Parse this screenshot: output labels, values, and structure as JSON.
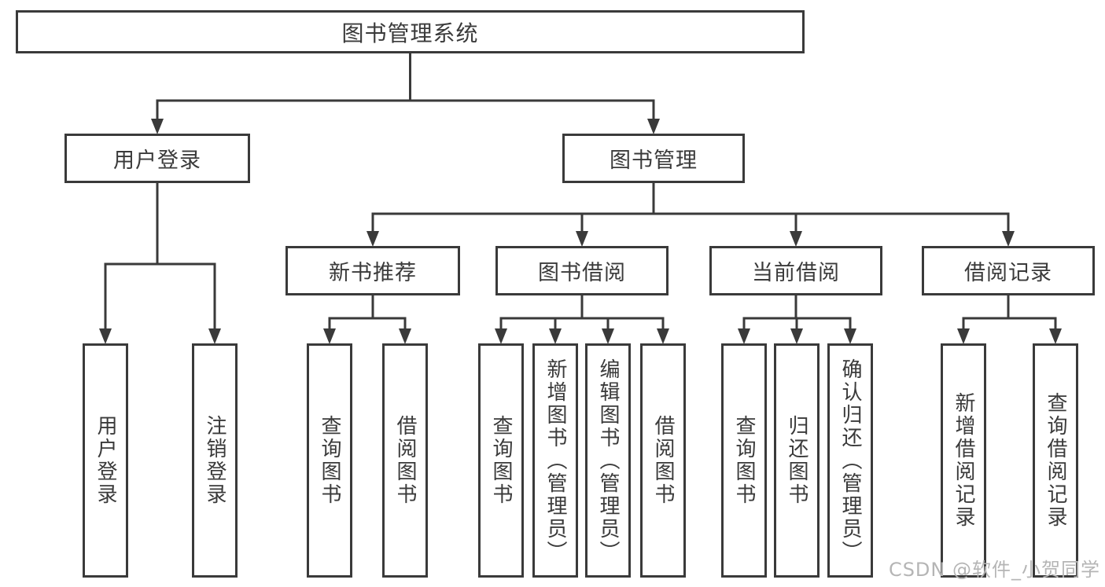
{
  "diagram": {
    "title": "图书管理系统",
    "colors": {
      "line": "#3a3a3a",
      "text": "#3a3a3a",
      "background": "#ffffff",
      "watermark": "#b5b5b5"
    },
    "nodes": [
      {
        "id": "root",
        "label": "图书管理系统",
        "parent": null,
        "orientation": "horizontal"
      },
      {
        "id": "user-login",
        "label": "用户登录",
        "parent": "root",
        "orientation": "horizontal"
      },
      {
        "id": "book-mgmt",
        "label": "图书管理",
        "parent": "root",
        "orientation": "horizontal"
      },
      {
        "id": "new-book-rec",
        "label": "新书推荐",
        "parent": "book-mgmt",
        "orientation": "horizontal"
      },
      {
        "id": "book-borrow",
        "label": "图书借阅",
        "parent": "book-mgmt",
        "orientation": "horizontal"
      },
      {
        "id": "current-borrow",
        "label": "当前借阅",
        "parent": "book-mgmt",
        "orientation": "horizontal"
      },
      {
        "id": "borrow-records",
        "label": "借阅记录",
        "parent": "book-mgmt",
        "orientation": "horizontal"
      },
      {
        "id": "ul-login",
        "label": "用户登录",
        "parent": "user-login",
        "orientation": "vertical"
      },
      {
        "id": "ul-logout",
        "label": "注销登录",
        "parent": "user-login",
        "orientation": "vertical"
      },
      {
        "id": "nbr-query",
        "label": "查询图书",
        "parent": "new-book-rec",
        "orientation": "vertical"
      },
      {
        "id": "nbr-borrow",
        "label": "借阅图书",
        "parent": "new-book-rec",
        "orientation": "vertical"
      },
      {
        "id": "bb-query",
        "label": "查询图书",
        "parent": "book-borrow",
        "orientation": "vertical"
      },
      {
        "id": "bb-add",
        "label": "新增图书（管理员）",
        "parent": "book-borrow",
        "orientation": "vertical"
      },
      {
        "id": "bb-edit",
        "label": "编辑图书（管理员）",
        "parent": "book-borrow",
        "orientation": "vertical"
      },
      {
        "id": "bb-borrow",
        "label": "借阅图书",
        "parent": "book-borrow",
        "orientation": "vertical"
      },
      {
        "id": "cb-query",
        "label": "查询图书",
        "parent": "current-borrow",
        "orientation": "vertical"
      },
      {
        "id": "cb-return",
        "label": "归还图书",
        "parent": "current-borrow",
        "orientation": "vertical"
      },
      {
        "id": "cb-confirm",
        "label": "确认归还（管理员）",
        "parent": "current-borrow",
        "orientation": "vertical"
      },
      {
        "id": "br-add",
        "label": "新增借阅记录",
        "parent": "borrow-records",
        "orientation": "vertical"
      },
      {
        "id": "br-query",
        "label": "查询借阅记录",
        "parent": "borrow-records",
        "orientation": "vertical"
      }
    ]
  },
  "watermark": {
    "text": "CSDN @软件_小贺同学"
  }
}
